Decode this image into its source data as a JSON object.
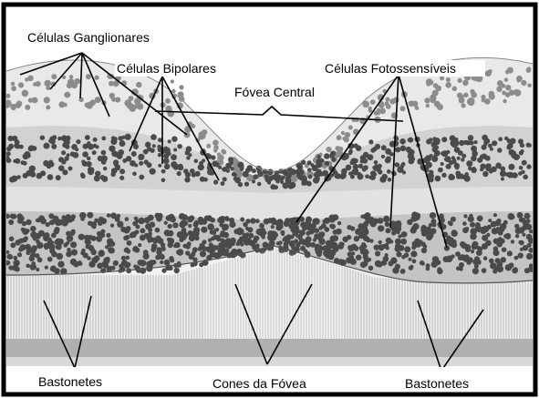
{
  "labels": {
    "ganglion_cells": "Células Ganglionares",
    "bipolar_cells": "Células Bipolares",
    "photosensitive_cells": "Células Fotossensíveis",
    "fovea_central": "Fóvea Central",
    "rods_left": "Bastonetes",
    "fovea_cones": "Cones da Fóvea",
    "rods_right": "Bastonetes"
  },
  "colors": {
    "frame": "#000000",
    "background": "#ffffff",
    "tissue_light": "#e6e6e6",
    "tissue_mid": "#bdbdbd",
    "nuclei": "#4a4a4a",
    "nuclei_light": "#8c8c8c",
    "fibers": "#9a9a9a"
  }
}
